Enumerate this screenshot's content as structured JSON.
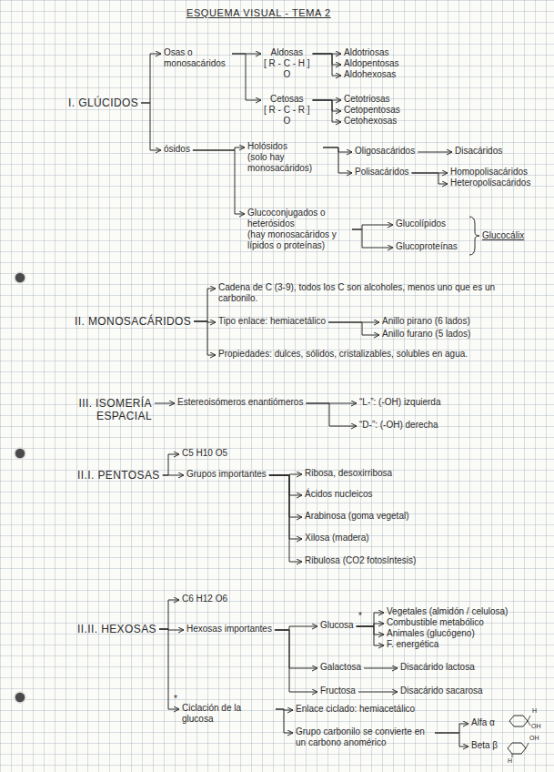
{
  "diagram": {
    "title": "ESQUEMA VISUAL - TEMA 2",
    "nodes": [
      {
        "text": [
          "I. GLÚCIDOS"
        ]
      },
      {
        "text": [
          "Osas o monosacáridos"
        ]
      },
      {
        "text": [
          "Aldosas",
          "[ R - C - H ]",
          "O"
        ]
      },
      {
        "text": [
          "Aldotriosas"
        ]
      },
      {
        "text": [
          "Aldopentosas"
        ]
      },
      {
        "text": [
          "Aldohexosas"
        ]
      },
      {
        "text": [
          "Cetosas",
          "[ R - C - R ]",
          "O"
        ]
      },
      {
        "text": [
          "Cetotriosas"
        ]
      },
      {
        "text": [
          "Cetopentosas"
        ]
      },
      {
        "text": [
          "Cetohexosas"
        ]
      },
      {
        "text": [
          "ósidos"
        ]
      },
      {
        "text": [
          "Holósidos",
          "(solo hay monosacáridos)"
        ]
      },
      {
        "text": [
          "Oligosacáridos"
        ]
      },
      {
        "text": [
          "Polisacáridos"
        ]
      },
      {
        "text": [
          "Disacáridos"
        ]
      },
      {
        "text": [
          "Homopolisacáridos"
        ]
      },
      {
        "text": [
          "Heteropolisacáridos"
        ]
      },
      {
        "text": [
          "Glucoconjugados o heterósidos",
          "(hay monosacáridos y lípidos o proteínas)"
        ]
      },
      {
        "text": [
          "Glucolípidos"
        ]
      },
      {
        "text": [
          "Glucoproteínas"
        ]
      },
      {
        "text": [
          "Glucocálix"
        ]
      },
      {
        "text": [
          "II. MONOSACÁRIDOS"
        ]
      },
      {
        "text": [
          "Cadena de C (3-9), todos los C son alcoholes, menos uno que es un carbonilo."
        ]
      },
      {
        "text": [
          "Tipo enlace: hemiacetálico"
        ]
      },
      {
        "text": [
          "Anillo pirano (6 lados)"
        ]
      },
      {
        "text": [
          "Anillo furano (5 lados)"
        ]
      },
      {
        "text": [
          "Propiedades: dulces, sólidos, cristalizables, solubles en agua."
        ]
      },
      {
        "text": [
          "III. ISOMERÍA ESPACIAL"
        ]
      },
      {
        "text": [
          "Estereoisómeros enantiómeros"
        ]
      },
      {
        "text": [
          "“L-”: (-OH) izquierda"
        ]
      },
      {
        "text": [
          "“D-”: (-OH) derecha"
        ]
      },
      {
        "text": [
          "II.I. PENTOSAS"
        ]
      },
      {
        "text": [
          "C5 H10 O5"
        ]
      },
      {
        "text": [
          "Grupos importantes"
        ]
      },
      {
        "text": [
          "Ribosa, desoxirribosa"
        ]
      },
      {
        "text": [
          "Ácidos nucleicos"
        ]
      },
      {
        "text": [
          "Arabinosa (goma vegetal)"
        ]
      },
      {
        "text": [
          "Xilosa (madera)"
        ]
      },
      {
        "text": [
          "Ribulosa (CO2 fotosíntesis)"
        ]
      },
      {
        "text": [
          "II.II. HEXOSAS"
        ]
      },
      {
        "text": [
          "C6 H12 O6"
        ]
      },
      {
        "text": [
          "Hexosas importantes"
        ]
      },
      {
        "text": [
          "Glucosa"
        ]
      },
      {
        "text": [
          "Vegetales (almidón / celulosa)"
        ]
      },
      {
        "text": [
          "Combustible metabólico"
        ]
      },
      {
        "text": [
          "Animales (glucógeno)"
        ]
      },
      {
        "text": [
          "F. energética"
        ]
      },
      {
        "text": [
          "Galactosa"
        ]
      },
      {
        "text": [
          "Disacárido lactosa"
        ]
      },
      {
        "text": [
          "Fructosa"
        ]
      },
      {
        "text": [
          "Disacárido sacarosa"
        ]
      },
      {
        "text": [
          "Ciclación de la glucosa"
        ]
      },
      {
        "text": [
          "Enlace ciclado: hemiacetálico"
        ]
      },
      {
        "text": [
          "Grupo carbonilo se convierte en un carbono anomérico"
        ]
      },
      {
        "text": [
          "Alfa α"
        ]
      },
      {
        "text": [
          "Beta β"
        ]
      }
    ],
    "edges": [
      {
        "from": 0,
        "to": 1,
        "arrow": "to"
      },
      {
        "from": 0,
        "to": 10,
        "arrow": "to"
      },
      {
        "from": 1,
        "to": 2,
        "arrow": "to"
      },
      {
        "from": 1,
        "to": 6,
        "arrow": "to"
      },
      {
        "from": 2,
        "to": 3,
        "arrow": "to"
      },
      {
        "from": 2,
        "to": 4,
        "arrow": "to"
      },
      {
        "from": 2,
        "to": 5,
        "arrow": "to"
      },
      {
        "from": 6,
        "to": 7,
        "arrow": "to"
      },
      {
        "from": 6,
        "to": 8,
        "arrow": "to"
      },
      {
        "from": 6,
        "to": 9,
        "arrow": "to"
      },
      {
        "from": 10,
        "to": 11,
        "arrow": "to"
      },
      {
        "from": 10,
        "to": 17,
        "arrow": "to"
      },
      {
        "from": 11,
        "to": 12,
        "arrow": "to"
      },
      {
        "from": 11,
        "to": 13,
        "arrow": "to"
      },
      {
        "from": 12,
        "to": 14,
        "arrow": "to"
      },
      {
        "from": 13,
        "to": 15,
        "arrow": "to"
      },
      {
        "from": 13,
        "to": 16,
        "arrow": "to"
      },
      {
        "from": 17,
        "to": 18,
        "arrow": "to"
      },
      {
        "from": 17,
        "to": 19,
        "arrow": "to"
      },
      {
        "from": 21,
        "to": 22,
        "arrow": "to"
      },
      {
        "from": 21,
        "to": 23,
        "arrow": "to"
      },
      {
        "from": 21,
        "to": 26,
        "arrow": "to"
      },
      {
        "from": 23,
        "to": 24,
        "arrow": "to"
      },
      {
        "from": 23,
        "to": 25,
        "arrow": "to"
      },
      {
        "from": 27,
        "to": 28,
        "arrow": "to"
      },
      {
        "from": 28,
        "to": 29,
        "arrow": "to"
      },
      {
        "from": 28,
        "to": 30,
        "arrow": "to"
      },
      {
        "from": 31,
        "to": 32,
        "arrow": "to"
      },
      {
        "from": 31,
        "to": 33,
        "arrow": "to"
      },
      {
        "from": 33,
        "to": 34,
        "arrow": "to"
      },
      {
        "from": 33,
        "to": 35,
        "arrow": "to"
      },
      {
        "from": 33,
        "to": 36,
        "arrow": "to"
      },
      {
        "from": 33,
        "to": 37,
        "arrow": "to"
      },
      {
        "from": 33,
        "to": 38,
        "arrow": "to"
      },
      {
        "from": 39,
        "to": 40,
        "arrow": "to"
      },
      {
        "from": 39,
        "to": 41,
        "arrow": "to"
      },
      {
        "from": 39,
        "to": 51,
        "arrow": "to"
      },
      {
        "from": 41,
        "to": 42,
        "arrow": "to"
      },
      {
        "from": 41,
        "to": 47,
        "arrow": "to"
      },
      {
        "from": 41,
        "to": 49,
        "arrow": "to"
      },
      {
        "from": 42,
        "to": 43,
        "arrow": "to"
      },
      {
        "from": 42,
        "to": 44,
        "arrow": "to"
      },
      {
        "from": 42,
        "to": 45,
        "arrow": "to"
      },
      {
        "from": 42,
        "to": 46,
        "arrow": "to"
      },
      {
        "from": 47,
        "to": 48,
        "arrow": "to"
      },
      {
        "from": 49,
        "to": 50,
        "arrow": "to"
      },
      {
        "from": 51,
        "to": 52,
        "arrow": "to"
      },
      {
        "from": 51,
        "to": 53,
        "arrow": "to"
      },
      {
        "from": 53,
        "to": 54,
        "arrow": "to"
      },
      {
        "from": 53,
        "to": 55,
        "arrow": "to"
      }
    ],
    "labels": [
      "*",
      "*",
      "H",
      "OH",
      "OH",
      "H"
    ]
  }
}
